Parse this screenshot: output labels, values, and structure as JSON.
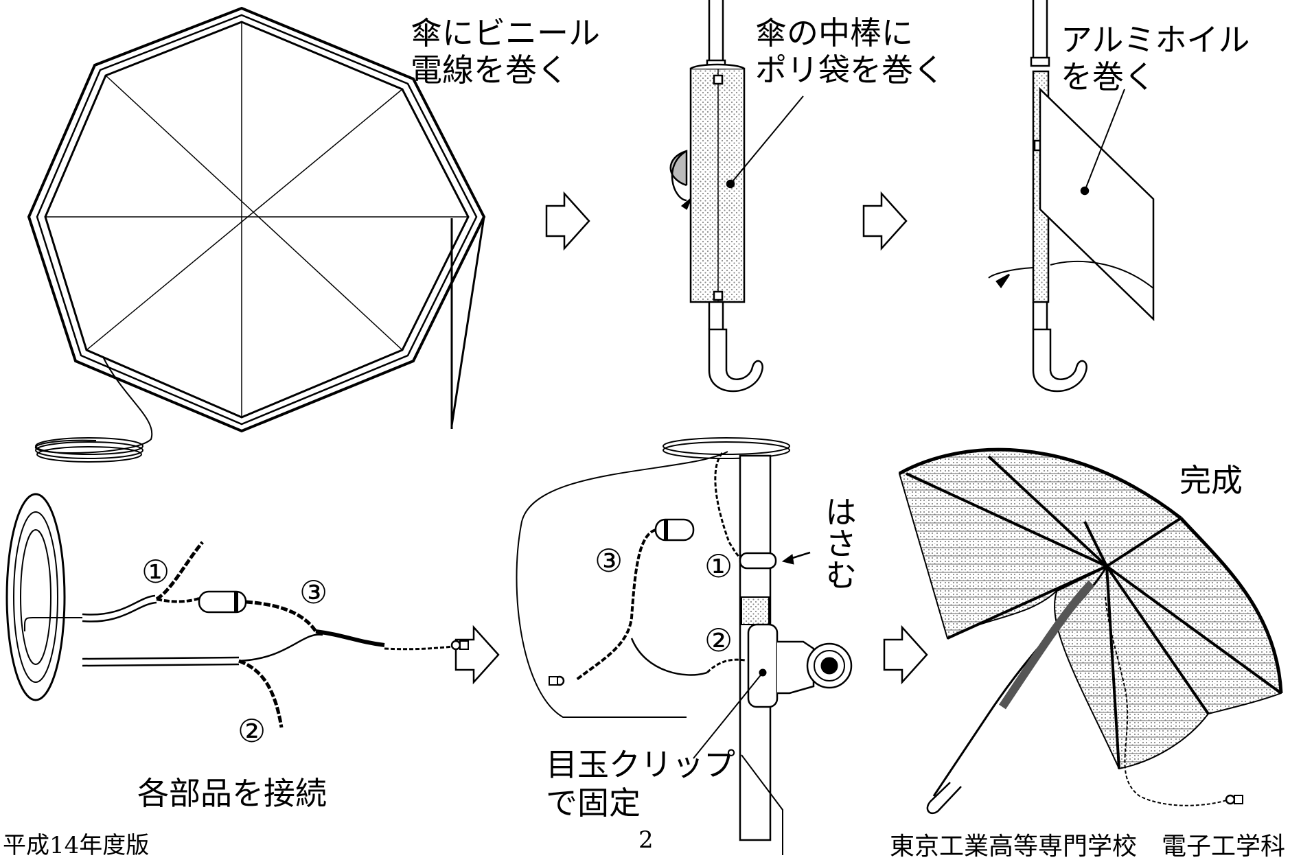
{
  "steps": {
    "wrap_wire_line1": "傘にビニール",
    "wrap_wire_line2": "電線を巻く",
    "wrap_bag_line1": "傘の中棒に",
    "wrap_bag_line2": "ポリ袋を巻く",
    "wrap_foil_line1": "アルミホイル",
    "wrap_foil_line2": "を巻く",
    "connect_parts": "各部品を接続",
    "clip_line1": "目玉クリップ",
    "clip_line2": "で固定",
    "pinch": "はさむ",
    "complete": "完成"
  },
  "markers": {
    "m1": "①",
    "m2": "②",
    "m3": "③"
  },
  "footer": {
    "edition": "平成14年度版",
    "page": "2",
    "school": "東京工業高等専門学校　電子工学科"
  },
  "colors": {
    "line": "#000000",
    "dots": "#9a9a9a",
    "background": "#ffffff"
  }
}
